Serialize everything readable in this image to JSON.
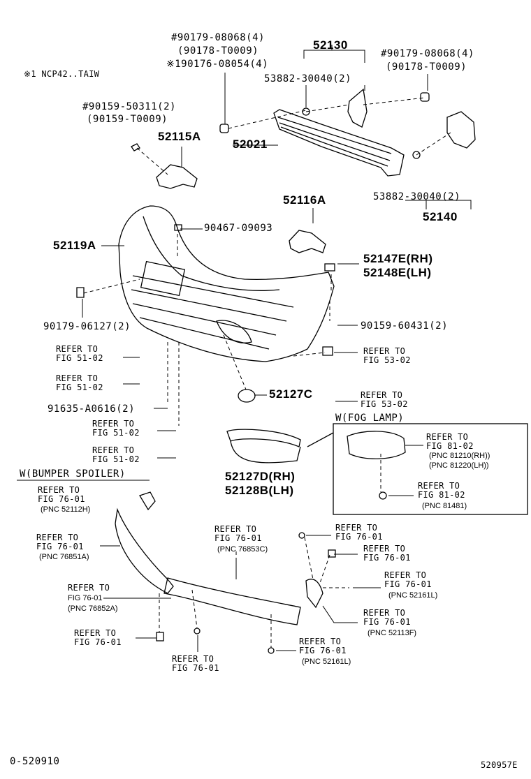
{
  "note": "※1 NCP42..TAIW",
  "labels": {
    "l1a": "#90179-08068(4)",
    "l1b": "(90178-T0009)",
    "l1c": "※190176-08054(4)",
    "p52130": "52130",
    "p53882a": "53882-30040(2)",
    "r1a": "#90179-08068(4)",
    "r1b": "(90178-T0009)",
    "l2a": "#90159-50311(2)",
    "l2b": "(90159-T0009)",
    "p52115A": "52115A",
    "p52021": "52021",
    "p53882b": "53882-30040(2)",
    "p52140": "52140",
    "p52116A": "52116A",
    "p52119A": "52119A",
    "p90467": "90467-09093",
    "p52147E": "52147E(RH)",
    "p52148E": "52148E(LH)",
    "p90179": "90179-06127(2)",
    "p90159b": "90159-60431(2)",
    "ref1a": "REFER TO",
    "ref1b": "FIG 51-02",
    "ref2a": "REFER TO",
    "ref2b": "FIG 51-02",
    "ref3a": "REFER TO",
    "ref3b": "FIG 53-02",
    "p91635": "91635-A0616(2)",
    "p52127C": "52127C",
    "ref4a": "REFER TO",
    "ref4b": "FIG 53-02",
    "ref5a": "REFER TO",
    "ref5b": "FIG 51-02",
    "ref6a": "REFER TO",
    "ref6b": "FIG 51-02",
    "fogTitle": "W(FOG LAMP)",
    "fog1a": "REFER TO",
    "fog1b": "FIG 81-02",
    "fog1c": "(PNC 81210(RH))",
    "fog1d": "(PNC 81220(LH))",
    "fog2a": "REFER TO",
    "fog2b": "FIG 81-02",
    "fog2c": "(PNC 81481)",
    "p52127D": "52127D(RH)",
    "p52128B": "52128B(LH)",
    "spoilerTitle": "W(BUMPER SPOILER)",
    "s1a": "REFER TO",
    "s1b": "FIG 76-01",
    "s1c": "(PNC 52112H)",
    "s2a": "REFER TO",
    "s2b": "FIG 76-01",
    "s2c": "(PNC 76851A)",
    "s3a": "REFER TO",
    "s3b": "FIG 76-01",
    "s3c": "(PNC 76853C)",
    "s4a": "REFER TO",
    "s4b": "FIG 76-01",
    "s5a": "REFER TO",
    "s5b": "FIG 76-01",
    "s6a": "REFER TO",
    "s6b": "FIG 76-01",
    "s6c": "(PNC 52161L)",
    "s7a": "REFER TO",
    "s7b": "FIG 76-01",
    "s7c": "(PNC 76852A)",
    "s8a": "REFER TO",
    "s8b": "FIG 76-01",
    "s8c": "(PNC 52113F)",
    "s9a": "REFER TO",
    "s9b": "FIG 76-01",
    "s10a": "REFER TO",
    "s10b": "FIG 76-01",
    "s10c": "(PNC 52161L)",
    "s11a": "REFER TO",
    "s11b": "FIG 76-01"
  },
  "footer": {
    "left": "0-520910",
    "right": "520957E"
  }
}
